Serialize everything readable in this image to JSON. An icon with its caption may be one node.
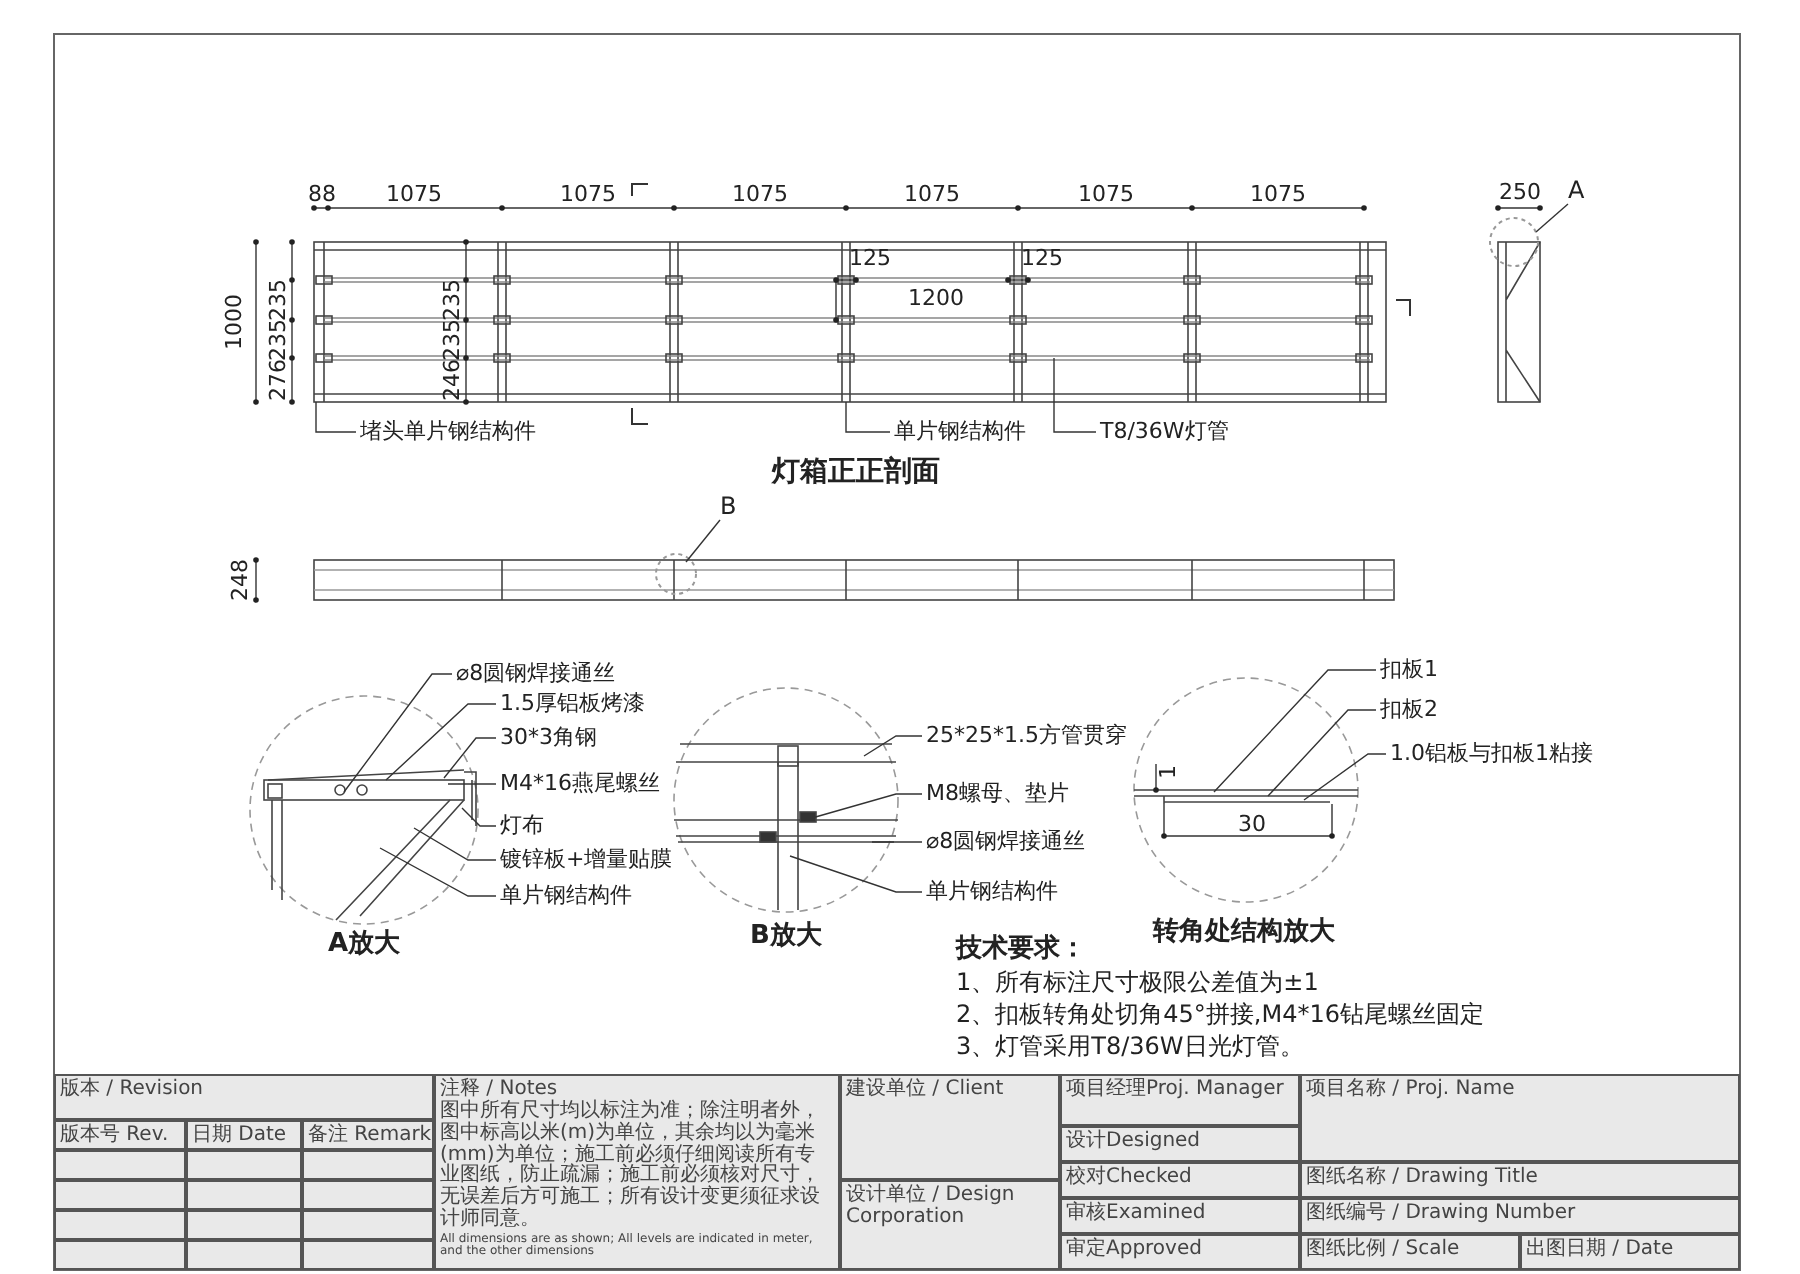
{
  "diagram": {
    "nodes": [
      {
        "text": [
          "堵头单片钢结构件"
        ]
      },
      {
        "text": [
          "单片钢结构件"
        ]
      },
      {
        "text": [
          "T8/36W灯管"
        ]
      },
      {
        "text": [
          "⌀8圆钢焊接通丝"
        ]
      },
      {
        "text": [
          "1.5厚铝板烤漆"
        ]
      },
      {
        "text": [
          "30*3角钢"
        ]
      },
      {
        "text": [
          "M4*16燕尾螺丝"
        ]
      },
      {
        "text": [
          "灯布"
        ]
      },
      {
        "text": [
          "镀锌板+增量贴膜"
        ]
      },
      {
        "text": [
          "单片钢结构件"
        ]
      },
      {
        "text": [
          "25*25*1.5方管贯穿"
        ]
      },
      {
        "text": [
          "M8螺母、垫片"
        ]
      },
      {
        "text": [
          "⌀8圆钢焊接通丝"
        ]
      },
      {
        "text": [
          "单片钢结构件"
        ]
      },
      {
        "text": [
          "扣板1"
        ]
      },
      {
        "text": [
          "扣板2"
        ]
      },
      {
        "text": [
          "1.0铝板与扣板1粘接"
        ]
      },
      {
        "text": [
          "A"
        ]
      },
      {
        "text": [
          "B"
        ]
      },
      {
        "text": [],
        "shape": "picture"
      },
      {
        "text": [],
        "shape": "picture"
      },
      {
        "text": [],
        "shape": "picture"
      },
      {
        "text": [],
        "shape": "picture",
        "beside": [
          "A放大"
        ]
      },
      {
        "text": [],
        "shape": "picture",
        "beside": [
          "B放大"
        ]
      },
      {
        "text": [],
        "shape": "picture",
        "beside": [
          "转角处结构放大"
        ]
      }
    ],
    "edges": [
      {
        "from": 0,
        "to": 19,
        "arrow": "none"
      },
      {
        "from": 1,
        "to": 19,
        "arrow": "none"
      },
      {
        "from": 2,
        "to": 19,
        "arrow": "none"
      },
      {
        "from": 3,
        "to": 22,
        "arrow": "none"
      },
      {
        "from": 4,
        "to": 22,
        "arrow": "none"
      },
      {
        "from": 5,
        "to": 22,
        "arrow": "none"
      },
      {
        "from": 6,
        "to": 22,
        "arrow": "none"
      },
      {
        "from": 7,
        "to": 22,
        "arrow": "none"
      },
      {
        "from": 8,
        "to": 22,
        "arrow": "none"
      },
      {
        "from": 9,
        "to": 22,
        "arrow": "none"
      },
      {
        "from": 10,
        "to": 23,
        "arrow": "none"
      },
      {
        "from": 11,
        "to": 23,
        "arrow": "none"
      },
      {
        "from": 12,
        "to": 23,
        "arrow": "none"
      },
      {
        "from": 13,
        "to": 23,
        "arrow": "none"
      },
      {
        "from": 14,
        "to": 24,
        "arrow": "none"
      },
      {
        "from": 15,
        "to": 24,
        "arrow": "none"
      },
      {
        "from": 16,
        "to": 24,
        "arrow": "none"
      },
      {
        "from": 17,
        "to": 20,
        "arrow": "none"
      },
      {
        "from": 18,
        "to": 21,
        "arrow": "none"
      }
    ],
    "labels": [
      "88",
      "1075",
      "1075",
      "1075",
      "1075",
      "1075",
      "1075",
      "1000",
      "276",
      "235",
      "235",
      "246",
      "235",
      "235",
      "125",
      "1200",
      "125",
      "灯箱正正剖面",
      "250",
      "248",
      "1",
      "30",
      "技术要求：",
      "1、所有标注尺寸极限公差值为±1",
      "2、扣板转角处切角45°拼接,M4*16钻尾螺丝固定",
      "3、灯管采用T8/36W日光灯管。",
      "版本 / Revision",
      "版本号 Rev.",
      "日期 Date",
      "备注 Remark",
      "注释 / Notes",
      "图中所有尺寸均以标注为准；除注明者外，图中标高以米(m)为单位，其余均以为毫米(mm)为单位；施工前必须仔细阅读所有专业图纸，防止疏漏；施工前必须核对尺寸，无误差后方可施工；所有设计变更须征求设计师同意。",
      "All dimensions are as shown; All levels are indicated in meter, and the other dimensions",
      "建设单位 / Client",
      "设计单位 / Design Corporation",
      "项目经理Proj. Manager",
      "设计Designed",
      "校对Checked",
      "审核Examined",
      "审定Approved",
      "项目名称 / Proj. Name",
      "图纸名称 / Drawing Title",
      "图纸编号 / Drawing Number",
      "图纸比例 / Scale",
      "出图日期 / Date"
    ]
  }
}
